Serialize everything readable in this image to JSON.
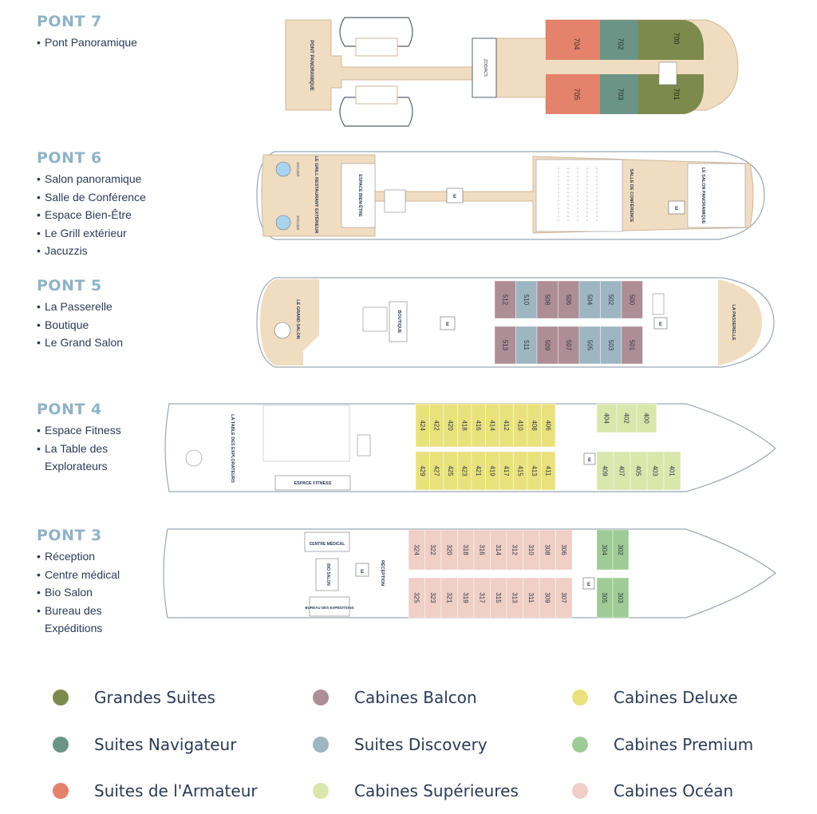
{
  "decks": [
    {
      "id": "pont7",
      "title": "PONT 7",
      "amenities": [
        "Pont Panoramique"
      ]
    },
    {
      "id": "pont6",
      "title": "PONT 6",
      "amenities": [
        "Salon panoramique",
        "Salle de Conférence",
        "Espace Bien-Être",
        "Le Grill extérieur",
        "Jacuzzis"
      ]
    },
    {
      "id": "pont5",
      "title": "PONT 5",
      "amenities": [
        "La Passerelle",
        "Boutique",
        "Le Grand Salon"
      ]
    },
    {
      "id": "pont4",
      "title": "PONT 4",
      "amenities": [
        "Espace Fitness",
        "La Table des",
        "Explorateurs"
      ]
    },
    {
      "id": "pont3",
      "title": "PONT 3",
      "amenities": [
        "Réception",
        "Centre médical",
        "Bio Salon",
        "Bureau des",
        "Expéditions"
      ]
    }
  ],
  "colors": {
    "grandes_suites": "#7d8a4e",
    "suites_navigateur": "#6b9486",
    "suites_armateur": "#e5826c",
    "cabines_balcon": "#ad8d96",
    "suites_discovery": "#9eb5c2",
    "cabines_superieures": "#d9e6ac",
    "cabines_deluxe": "#e9e27c",
    "cabines_premium": "#9fcb96",
    "cabines_ocean": "#f0cfc6",
    "deck_wood": "#f0dcc0",
    "outline": "#9ba8b5"
  },
  "plan_labels": {
    "pont7": {
      "panoramique": "PONT PANORAMIQUE",
      "zodiac": "ZODIACS"
    },
    "pont6": {
      "jacuzzi_a": "JACUZZI",
      "jacuzzi_b": "JACUZZI",
      "grill": "LE GRILL RESTAURANT EXTÉRIEUR",
      "bien_etre": "ESPACE BIEN-ÊTRE",
      "conference": "SALLE DE CONFÉRENCE",
      "salon_pano": "LE SALON PANORAMIQUE",
      "elevator_a": "E",
      "elevator_b": "E"
    },
    "pont5": {
      "grand_salon": "LE GRAND SALON",
      "boutique": "BOUTIQUE",
      "passerelle": "LA PASSERELLE",
      "elevator_a": "E",
      "elevator_b": "E"
    },
    "pont4": {
      "table": "LA TABLE DES EXPLORATEURS",
      "fitness": "ESPACE FITNESS",
      "elevator": "E"
    },
    "pont3": {
      "centre_medical": "CENTRE MÉDICAL",
      "bio_salon": "BIO SALON",
      "bureau": "BUREAU DES EXPÉDITIONS",
      "reception": "RÉCEPTION",
      "elevator_a": "E",
      "elevator_b": "E"
    }
  },
  "cabins": {
    "pont7": [
      {
        "num": "704",
        "cat": "suites_armateur"
      },
      {
        "num": "705",
        "cat": "suites_armateur"
      },
      {
        "num": "702",
        "cat": "suites_navigateur"
      },
      {
        "num": "703",
        "cat": "suites_navigateur"
      },
      {
        "num": "700",
        "cat": "grandes_suites"
      },
      {
        "num": "701",
        "cat": "grandes_suites"
      }
    ],
    "pont5_top": [
      {
        "num": "512",
        "cat": "cabines_balcon"
      },
      {
        "num": "510",
        "cat": "suites_discovery"
      },
      {
        "num": "508",
        "cat": "cabines_balcon"
      },
      {
        "num": "506",
        "cat": "cabines_balcon"
      },
      {
        "num": "504",
        "cat": "suites_discovery"
      },
      {
        "num": "502",
        "cat": "suites_discovery"
      },
      {
        "num": "500",
        "cat": "cabines_balcon"
      }
    ],
    "pont5_bottom": [
      {
        "num": "513",
        "cat": "cabines_balcon"
      },
      {
        "num": "511",
        "cat": "suites_discovery"
      },
      {
        "num": "509",
        "cat": "cabines_balcon"
      },
      {
        "num": "507",
        "cat": "cabines_balcon"
      },
      {
        "num": "505",
        "cat": "suites_discovery"
      },
      {
        "num": "503",
        "cat": "suites_discovery"
      },
      {
        "num": "501",
        "cat": "cabines_balcon"
      }
    ],
    "pont4_top_deluxe": [
      "424",
      "422",
      "420",
      "418",
      "416",
      "414",
      "412",
      "410",
      "408",
      "406"
    ],
    "pont4_bottom_deluxe": [
      "429",
      "427",
      "425",
      "423",
      "421",
      "419",
      "417",
      "415",
      "413",
      "411"
    ],
    "pont4_top_sup": [
      "404",
      "402",
      "400"
    ],
    "pont4_bottom_sup": [
      "409",
      "407",
      "405",
      "403",
      "401"
    ],
    "pont3_top_ocean": [
      "324",
      "322",
      "320",
      "318",
      "316",
      "314",
      "312",
      "310",
      "308",
      "306"
    ],
    "pont3_bottom_ocean": [
      "325",
      "323",
      "321",
      "319",
      "317",
      "315",
      "313",
      "311",
      "309",
      "307"
    ],
    "pont3_top_premium": [
      "304",
      "302"
    ],
    "pont3_bottom_premium": [
      "305",
      "303"
    ]
  },
  "legend": [
    {
      "label": "Grandes Suites",
      "color": "#7d8a4e"
    },
    {
      "label": "Suites Navigateur",
      "color": "#6b9486"
    },
    {
      "label": "Suites de l'Armateur",
      "color": "#e5826c"
    },
    {
      "label": "Cabines Balcon",
      "color": "#ad8d96"
    },
    {
      "label": "Suites Discovery",
      "color": "#9eb5c2"
    },
    {
      "label": "Cabines Supérieures",
      "color": "#d9e6ac"
    },
    {
      "label": "Cabines Deluxe",
      "color": "#e9e27c"
    },
    {
      "label": "Cabines Premium",
      "color": "#9fcb96"
    },
    {
      "label": "Cabines Océan",
      "color": "#f0cfc6"
    }
  ]
}
